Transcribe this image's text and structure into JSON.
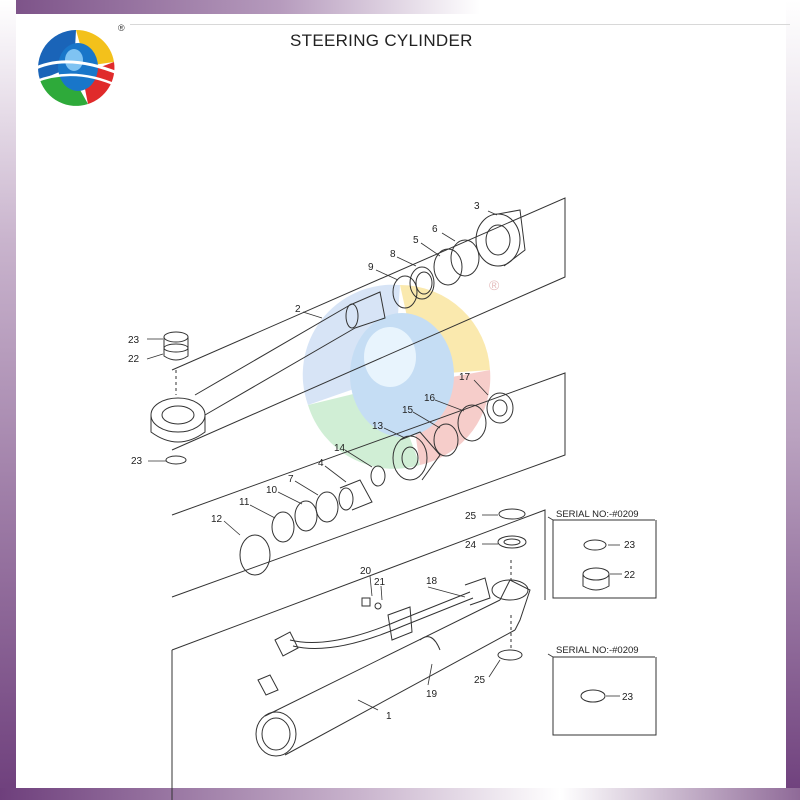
{
  "title": "STEERING CYLINDER",
  "logo_mark": "®",
  "watermark_mark": "®",
  "callouts": {
    "c1": "1",
    "c2": "2",
    "c3": "3",
    "c4": "4",
    "c5": "5",
    "c6": "6",
    "c7": "7",
    "c8": "8",
    "c9": "9",
    "c10": "10",
    "c11": "11",
    "c12": "12",
    "c13": "13",
    "c14": "14",
    "c15": "15",
    "c16": "16",
    "c17": "17",
    "c18": "18",
    "c19": "19",
    "c20": "20",
    "c21": "21",
    "c22": "22",
    "c23": "23",
    "c24": "24",
    "c25": "25"
  },
  "inset_top": {
    "serial": "SERIAL NO:-#0209",
    "label_a": "23",
    "label_b": "22"
  },
  "inset_bottom": {
    "serial": "SERIAL NO:-#0209",
    "label_a": "23"
  },
  "colors": {
    "frame": "#6e3f7c",
    "line": "#333333"
  }
}
